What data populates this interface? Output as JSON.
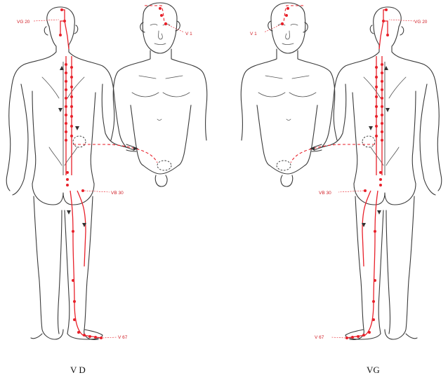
{
  "captions": {
    "left": "V D",
    "right": "VG"
  },
  "point_labels": {
    "left_vg20": "VG 20",
    "left_v1": "V 1",
    "left_vb30": "VB 30",
    "left_v67": "V 67",
    "right_vg20": "VG 20",
    "right_v1": "V 1",
    "right_vb30": "VB 30",
    "right_v67": "V 67"
  },
  "colors": {
    "meridian": "#e8202a",
    "outline": "#3a3a3a"
  }
}
